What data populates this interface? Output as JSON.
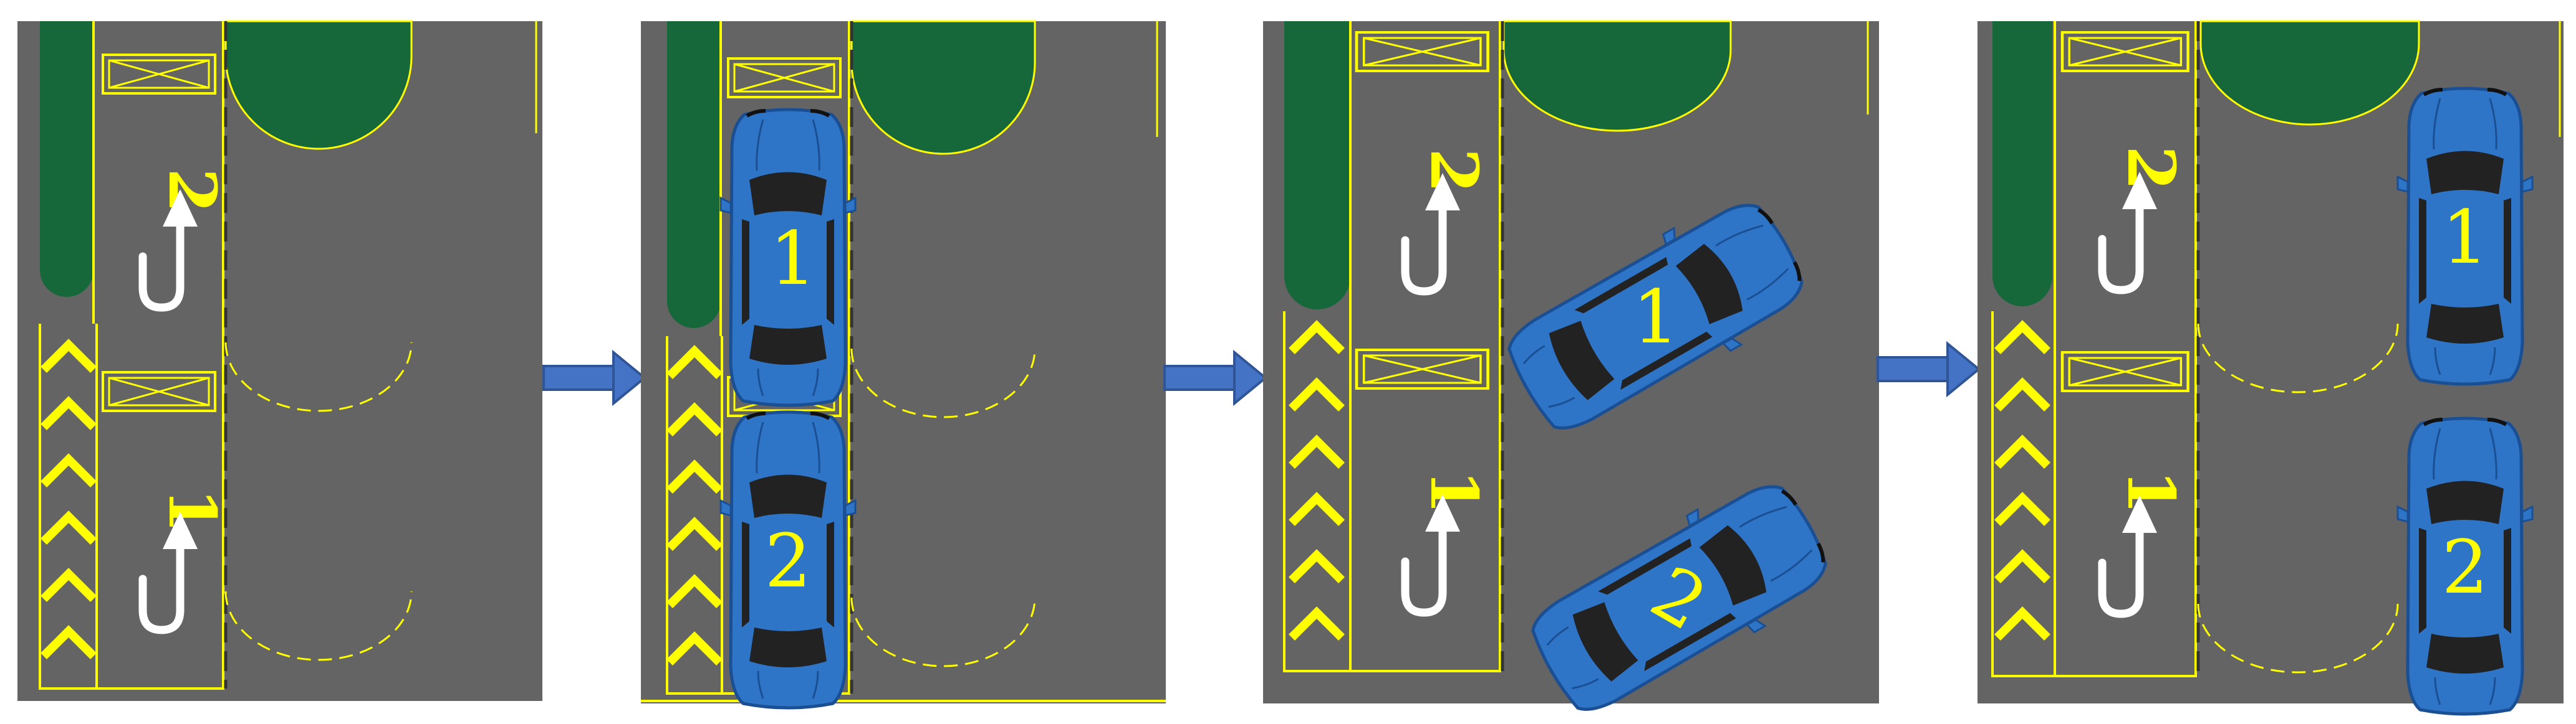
{
  "colors": {
    "road": "#646464",
    "island": "#16683a",
    "paint": "#ffff00",
    "arrow": "#ffffff",
    "car_body": "#2e75c8",
    "car_outline": "#1a4f94",
    "glass": "#222222",
    "flow_arrow": "#4472c4"
  },
  "icons": {
    "flow_arrow": "right-arrow-icon",
    "lane_arrow": "u-turn-arrow-icon",
    "car": "car-icon",
    "chevron": "chevron-marking",
    "crosshatch": "no-stopping-box"
  },
  "panels": [
    {
      "lane_labels": [
        "2",
        "1"
      ],
      "cars": []
    },
    {
      "lane_labels": [],
      "cars": [
        {
          "label": "1",
          "state": "waiting-in-lane"
        },
        {
          "label": "2",
          "state": "waiting-in-lane"
        }
      ]
    },
    {
      "lane_labels": [
        "2",
        "1"
      ],
      "cars": [
        {
          "label": "1",
          "state": "turning"
        },
        {
          "label": "2",
          "state": "turning"
        }
      ]
    },
    {
      "lane_labels": [
        "2",
        "1"
      ],
      "cars": [
        {
          "label": "1",
          "state": "turned"
        },
        {
          "label": "2",
          "state": "turned"
        }
      ]
    }
  ]
}
